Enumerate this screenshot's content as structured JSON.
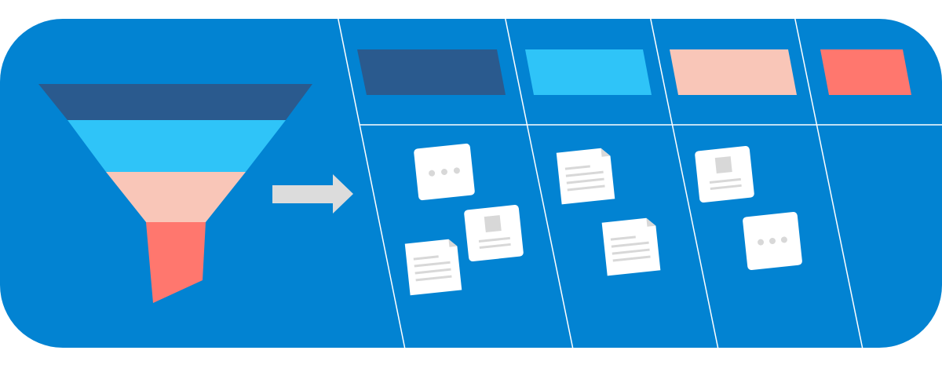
{
  "colors": {
    "background": "#0283D2",
    "navy": "#2A5A8E",
    "sky": "#2FC4F8",
    "peach": "#F9C6B8",
    "coral": "#FF776E",
    "arrow": "#DCDCDC",
    "card": "#FFFFFF",
    "card_mark": "#D8D8D8",
    "grid_line": "#FFFFFF"
  },
  "funnel": {
    "stages": [
      {
        "name": "stage-1",
        "color": "navy"
      },
      {
        "name": "stage-2",
        "color": "sky"
      },
      {
        "name": "stage-3",
        "color": "peach"
      },
      {
        "name": "stage-4",
        "color": "coral"
      }
    ]
  },
  "board": {
    "columns": [
      {
        "color": "navy",
        "cards": [
          "ellipsis-card",
          "image-card",
          "text-doc-card"
        ]
      },
      {
        "color": "sky",
        "cards": [
          "text-doc-card",
          "text-doc-card"
        ]
      },
      {
        "color": "peach",
        "cards": [
          "image-card",
          "ellipsis-card"
        ]
      },
      {
        "color": "coral",
        "cards": []
      }
    ]
  },
  "icons": [
    "funnel-icon",
    "right-arrow-icon",
    "document-icon",
    "ellipsis-icon",
    "image-placeholder-icon"
  ]
}
